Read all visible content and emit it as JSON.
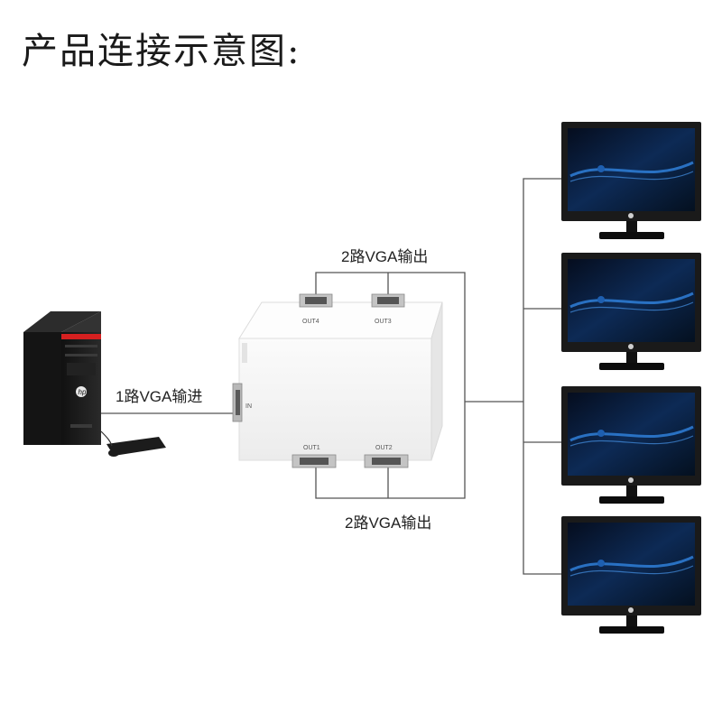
{
  "title": "产品连接示意图:",
  "labels": {
    "input": "1路VGA输进",
    "output_top": "2路VGA输出",
    "output_bottom": "2路VGA输出"
  },
  "splitter": {
    "ports_top": [
      "OUT4",
      "OUT3"
    ],
    "ports_bottom": [
      "OUT1",
      "OUT2"
    ],
    "side_label": "IN"
  },
  "computer": {
    "brand_icon": "hp-logo-icon"
  },
  "monitors": [
    {
      "icon": "hp-logo-icon"
    },
    {
      "icon": "hp-logo-icon"
    },
    {
      "icon": "hp-logo-icon"
    },
    {
      "icon": "hp-logo-icon"
    }
  ],
  "colors": {
    "line": "#555555",
    "splitter_body": "#f4f4f4",
    "screen": "#0b1a33",
    "accent_red": "#d62020"
  }
}
